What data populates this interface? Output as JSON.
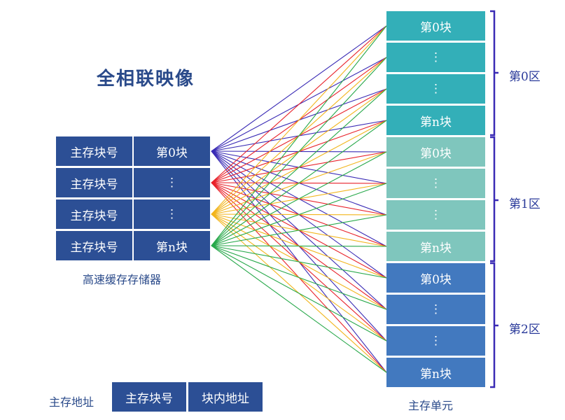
{
  "title": "全相联映像",
  "cache": {
    "caption": "高速缓存存储器",
    "rows": [
      {
        "left": "主存块号",
        "right": "第0块"
      },
      {
        "left": "主存块号",
        "right": "⋮"
      },
      {
        "left": "主存块号",
        "right": "⋮"
      },
      {
        "left": "主存块号",
        "right": "第n块"
      }
    ]
  },
  "memory": {
    "caption": "主存单元",
    "regions": [
      {
        "label": "第0区",
        "color": "#33afb8",
        "blocks": [
          "第0块",
          "⋮",
          "⋮",
          "第n块"
        ]
      },
      {
        "label": "第1区",
        "color": "#7fc6bd",
        "blocks": [
          "第0块",
          "⋮",
          "⋮",
          "第n块"
        ]
      },
      {
        "label": "第2区",
        "color": "#4279bf",
        "blocks": [
          "第0块",
          "⋮",
          "⋮",
          "第n块"
        ]
      }
    ]
  },
  "address": {
    "label": "主存地址",
    "fields": [
      "主存块号",
      "块内地址"
    ]
  },
  "line_colors": [
    "#3a2bb5",
    "#e8212a",
    "#f2b51c",
    "#27a84a"
  ]
}
